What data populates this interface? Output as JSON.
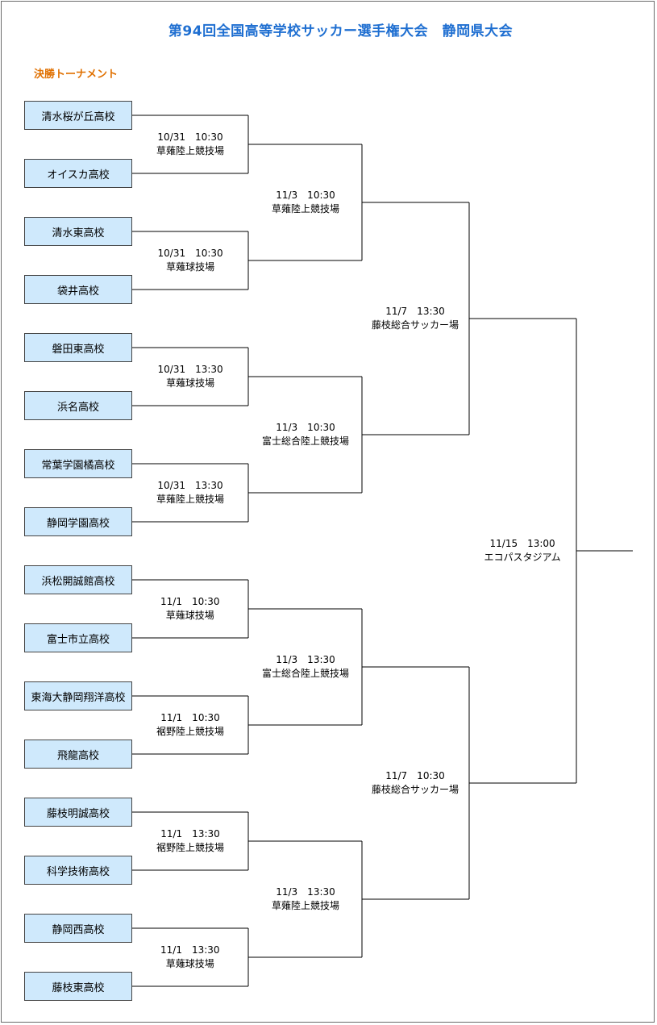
{
  "title": "第94回全国高等学校サッカー選手権大会　静岡県大会",
  "subtitle": "決勝トーナメント",
  "teams": [
    "清水桜が丘高校",
    "オイスカ高校",
    "清水東高校",
    "袋井高校",
    "磐田東高校",
    "浜名高校",
    "常葉学園橘高校",
    "静岡学園高校",
    "浜松開誠館高校",
    "富士市立高校",
    "東海大静岡翔洋高校",
    "飛龍高校",
    "藤枝明誠高校",
    "科学技術高校",
    "静岡西高校",
    "藤枝東高校"
  ],
  "round1": [
    {
      "date": "10/31　10:30",
      "venue": "草薙陸上競技場"
    },
    {
      "date": "10/31　10:30",
      "venue": "草薙球技場"
    },
    {
      "date": "10/31　13:30",
      "venue": "草薙球技場"
    },
    {
      "date": "10/31　13:30",
      "venue": "草薙陸上競技場"
    },
    {
      "date": "11/1　10:30",
      "venue": "草薙球技場"
    },
    {
      "date": "11/1　10:30",
      "venue": "裾野陸上競技場"
    },
    {
      "date": "11/1　13:30",
      "venue": "裾野陸上競技場"
    },
    {
      "date": "11/1　13:30",
      "venue": "草薙球技場"
    }
  ],
  "round2": [
    {
      "date": "11/3　10:30",
      "venue": "草薙陸上競技場"
    },
    {
      "date": "11/3　10:30",
      "venue": "富士総合陸上競技場"
    },
    {
      "date": "11/3　13:30",
      "venue": "富士総合陸上競技場"
    },
    {
      "date": "11/3　13:30",
      "venue": "草薙陸上競技場"
    }
  ],
  "semifinals": [
    {
      "date": "11/7　13:30",
      "venue": "藤枝総合サッカー場"
    },
    {
      "date": "11/7　10:30",
      "venue": "藤枝総合サッカー場"
    }
  ],
  "final": {
    "date": "11/15　13:00",
    "venue": "エコパスタジアム"
  },
  "colors": {
    "title": "#1f6fd1",
    "subtitle": "#e07000",
    "team_box_fill": "#cfe9fc",
    "line": "#000000"
  }
}
